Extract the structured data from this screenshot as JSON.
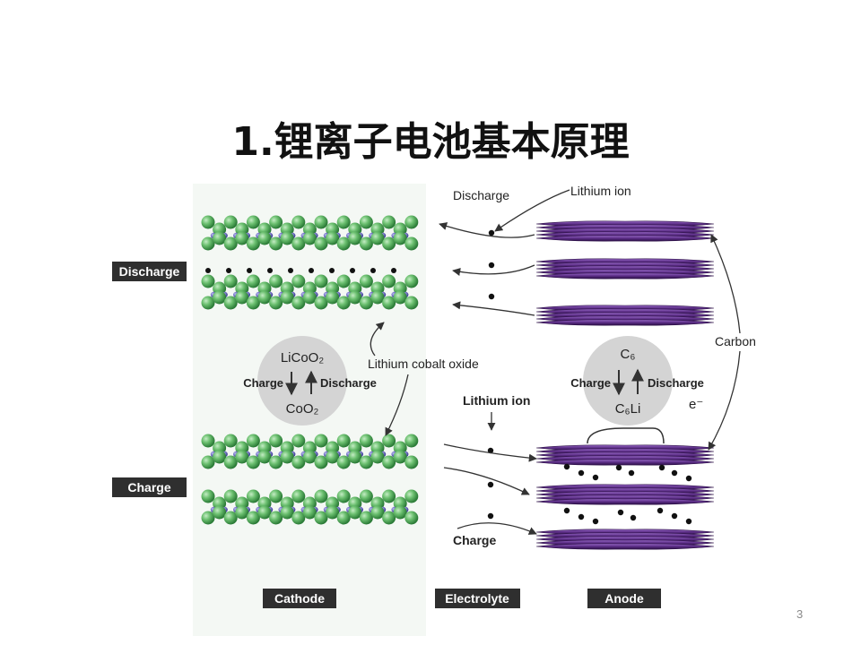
{
  "slide": {
    "title": "1.锂离子电池基本原理",
    "page_number": "3"
  },
  "diagram": {
    "rows": {
      "discharge": "Discharge",
      "charge": "Charge"
    },
    "columns": {
      "cathode": "Cathode",
      "electrolyte": "Electrolyte",
      "anode": "Anode"
    },
    "cathode_reaction": {
      "top": "LiCoO₂",
      "bottom": "CoO₂",
      "left": "Charge",
      "right": "Discharge"
    },
    "anode_reaction": {
      "top": "C₆",
      "bottom": "C₆Li",
      "left": "Charge",
      "right": "Discharge"
    },
    "labels": {
      "lithium_cobalt_oxide": "Lithium cobalt oxide",
      "carbon": "Carbon",
      "lithium_ion_top": "Lithium ion",
      "lithium_ion_mid": "Lithium ion",
      "discharge_flow": "Discharge",
      "charge_flow": "Charge",
      "electron": "e⁻"
    },
    "colors": {
      "cobalt_oxide_sphere": "#6cc070",
      "cobalt_atom": "#5a5ab4",
      "graphite": "#5b2d86",
      "reaction_circle": "#d4d4d4",
      "label_box": "#2f2f2f"
    }
  }
}
